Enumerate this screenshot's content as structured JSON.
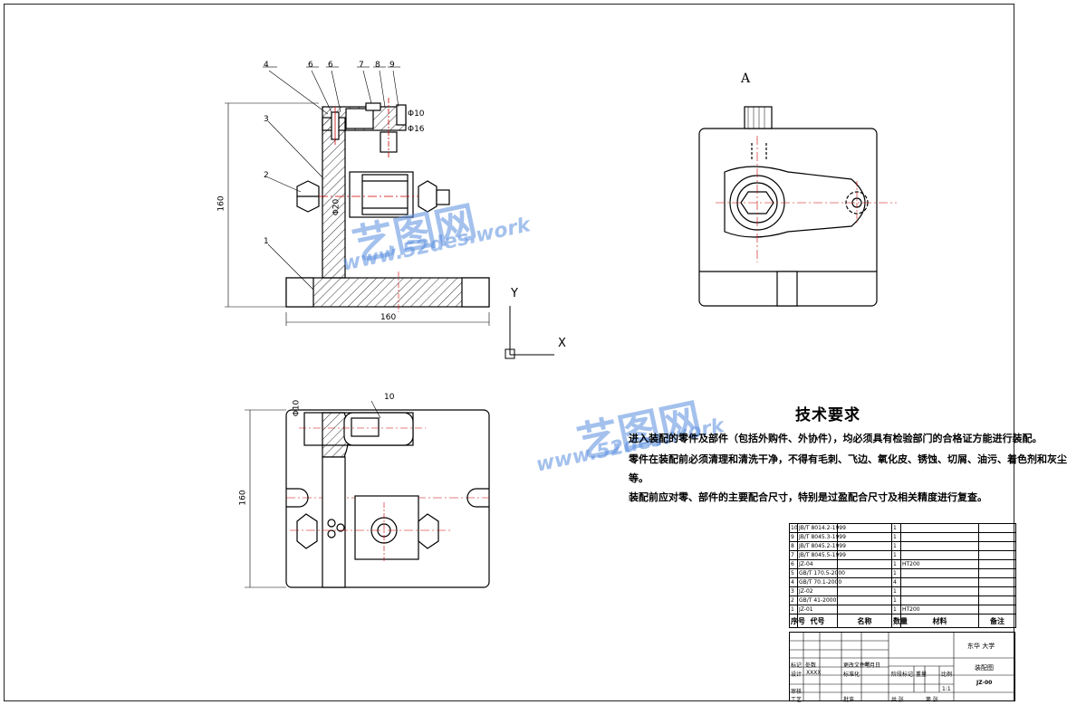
{
  "views": {
    "view_a_label": "A"
  },
  "callouts": [
    "4",
    "6",
    "6",
    "7",
    "8",
    "9",
    "3",
    "2",
    "1",
    "10"
  ],
  "dimensions": {
    "front_height": "160",
    "front_width": "160",
    "top_height": "160",
    "dia_10_top": "Φ10",
    "dia_16": "Φ16",
    "dia_20": "Φ20",
    "dia_10_plan": "Φ10"
  },
  "axes": {
    "y": "Y",
    "x": "X"
  },
  "watermark": {
    "cn": "艺图网",
    "url": "www.52des.work"
  },
  "tech_requirements": {
    "title": "技术要求",
    "lines": [
      "进入装配的零件及部件（包括外购件、外协件），均必须具有检验部门的合格证方能进行装配。",
      "零件在装配前必须清理和清洗干净，不得有毛刺、飞边、氧化皮、锈蚀、切屑、油污、着色剂和灰尘",
      "等。",
      "装配前应对零、部件的主要配合尺寸，特别是过盈配合尺寸及相关精度进行复查。"
    ]
  },
  "bom": {
    "rows": [
      [
        "10",
        "JB/T 8014.2-1999",
        "",
        "1",
        "",
        ""
      ],
      [
        "9",
        "JB/T 8045.3-1999",
        "",
        "1",
        "",
        ""
      ],
      [
        "8",
        "JB/T 8045.2-1999",
        "",
        "1",
        "",
        ""
      ],
      [
        "7",
        "JB/T 8045.5-1999",
        "",
        "1",
        "",
        ""
      ],
      [
        "6",
        "JZ-04",
        "",
        "1",
        "HT200",
        ""
      ],
      [
        "5",
        "GB/T 170.5-2000",
        "",
        "1",
        "",
        ""
      ],
      [
        "4",
        "GB/T 70.1-2000",
        "",
        "4",
        "",
        ""
      ],
      [
        "3",
        "JZ-02",
        "",
        "1",
        "",
        ""
      ],
      [
        "2",
        "GB/T 41-2000",
        "",
        "1",
        "",
        ""
      ],
      [
        "1",
        "JZ-01",
        "",
        "1",
        "HT200",
        ""
      ]
    ],
    "header": [
      "序号",
      "代号",
      "名称",
      "数量",
      "材料",
      "备注"
    ]
  },
  "title_block": {
    "school": "东华 大学",
    "drawing_name": "装配图",
    "scale": "1:1",
    "drawing_no": "JZ-00",
    "labels": {
      "marks": "标记",
      "count": "处数",
      "zone": "分区",
      "design": "设计",
      "review": "审核",
      "process": "工艺",
      "approve": "批准",
      "stage": "阶段标记",
      "weight": "重量",
      "ratio": "比例",
      "sheets": "共 张",
      "sheet": "第 张",
      "std": "标准化",
      "sig": "签名",
      "date": "年月日",
      "doc": "更改文件号",
      "xxx": "XXXX"
    }
  }
}
